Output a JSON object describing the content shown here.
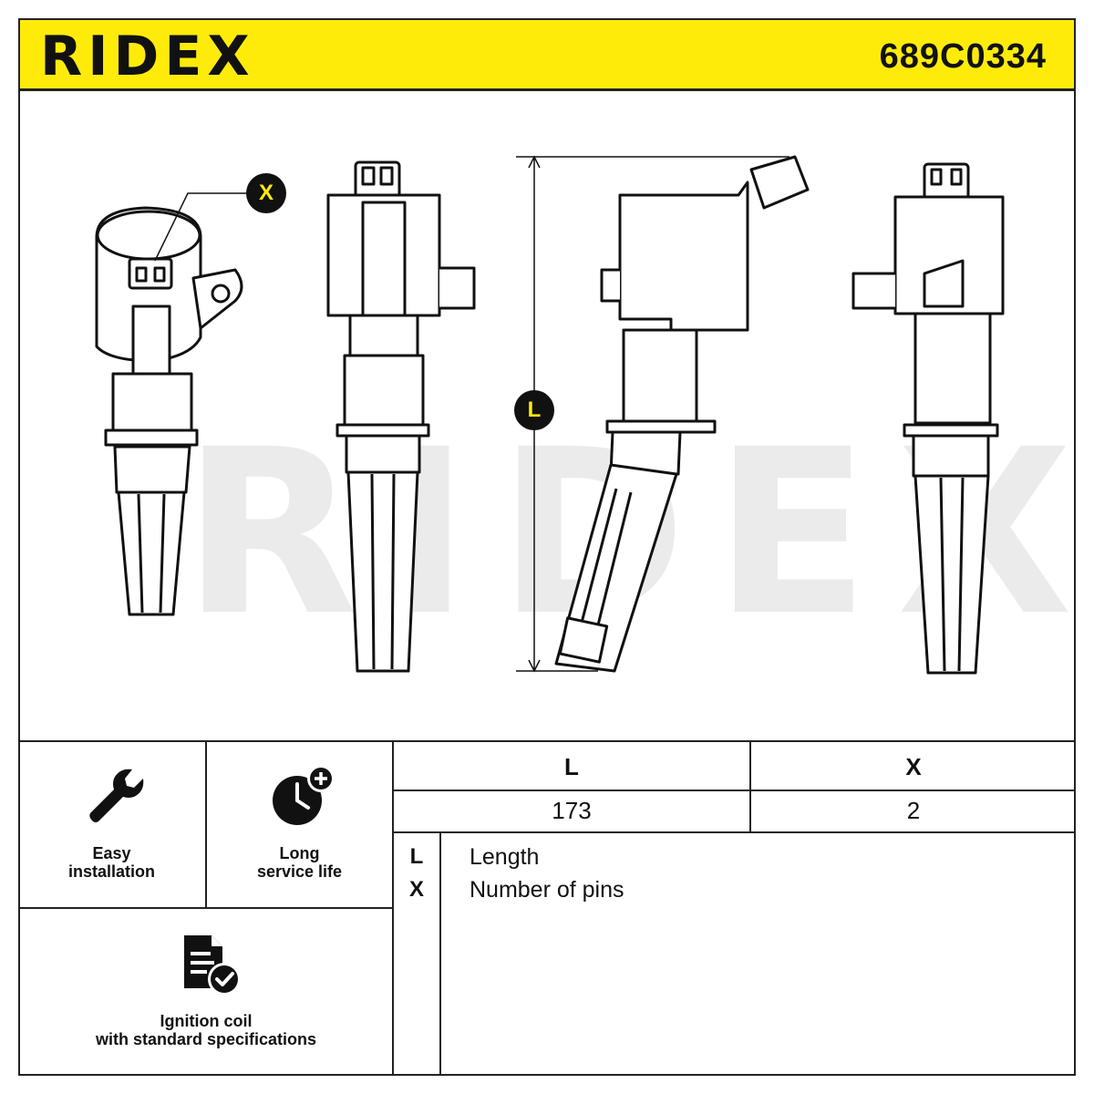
{
  "header": {
    "brand": "RIDEX",
    "part_number": "689C0334"
  },
  "drawing": {
    "watermark": "RIDEX",
    "callout_x": "X",
    "callout_l": "L"
  },
  "features": [
    {
      "label_line1": "Easy",
      "label_line2": "installation",
      "icon": "wrench-icon"
    },
    {
      "label_line1": "Long",
      "label_line2": "service life",
      "icon": "clock-plus-icon"
    },
    {
      "label_line1": "Ignition coil",
      "label_line2": "with standard specifications",
      "icon": "document-check-icon"
    }
  ],
  "spec_table": {
    "headers": [
      "L",
      "X"
    ],
    "values": [
      "173",
      "2"
    ]
  },
  "legend": [
    {
      "key": "L",
      "description": "Length"
    },
    {
      "key": "X",
      "description": "Number of pins"
    }
  ],
  "colors": {
    "brand_yellow": "#ffeb0a",
    "line": "#222222",
    "watermark": "#ebebeb"
  }
}
